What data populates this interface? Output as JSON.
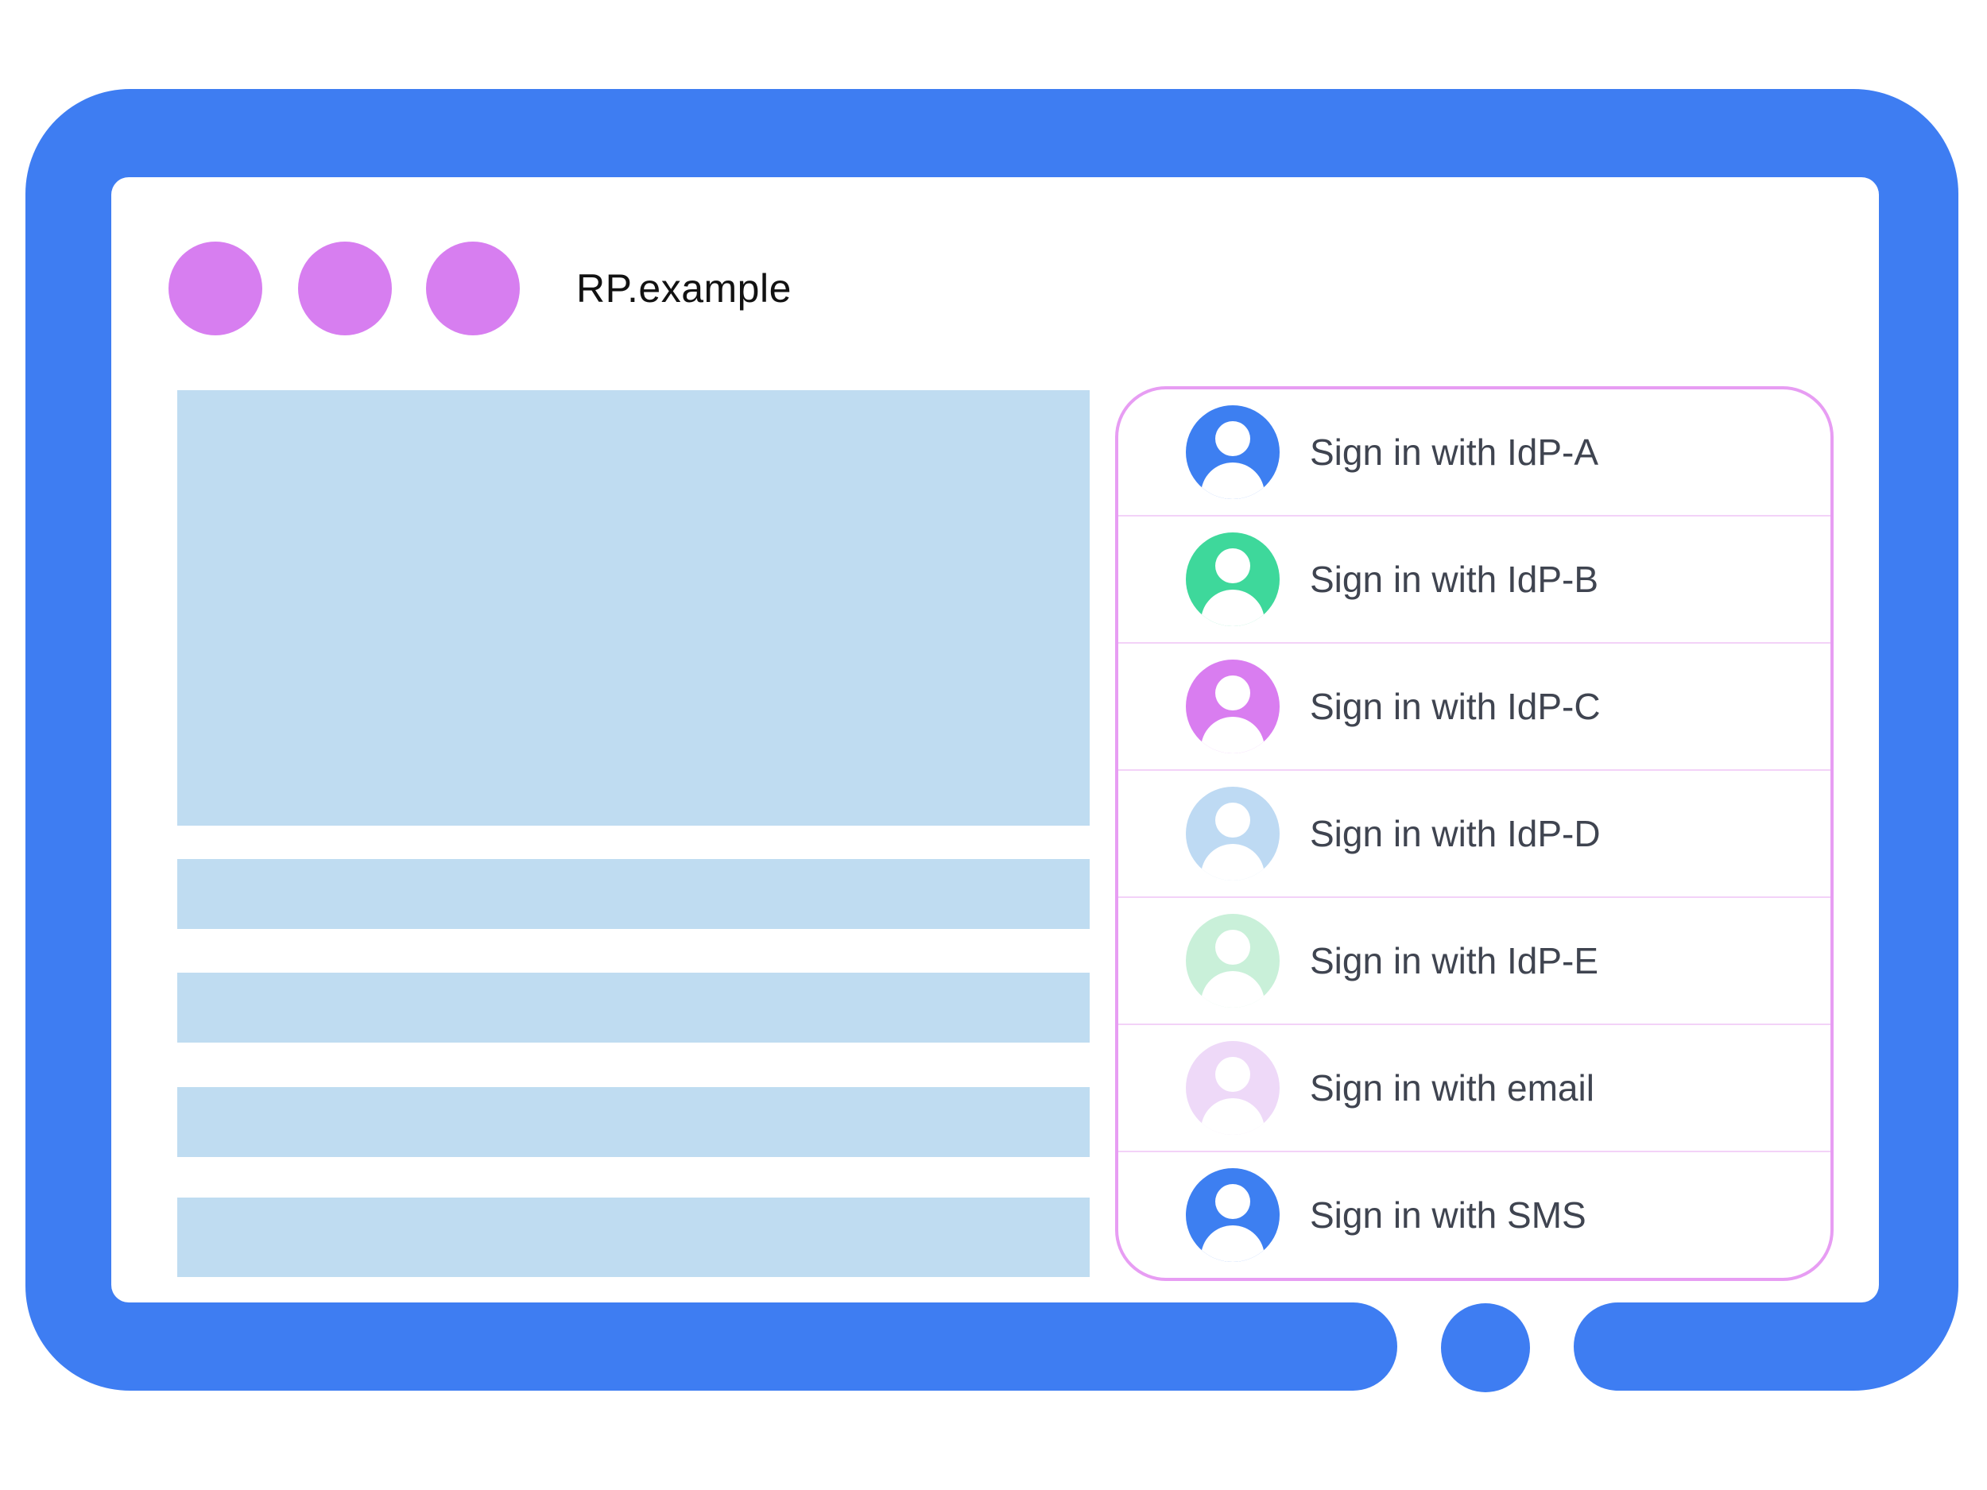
{
  "window": {
    "title": "RP.example"
  },
  "colors": {
    "frame_blue": "#3e7df2",
    "window_dot": "#d77ef0",
    "content_block": "#bfdcf1",
    "panel_border": "#e79df3",
    "panel_divider": "#f3d2f8",
    "label_text": "#3f4450"
  },
  "signin_panel": {
    "rows": [
      {
        "label": "Sign in with IdP-A",
        "icon": "person-icon",
        "avatar_color": "#3d7ff1"
      },
      {
        "label": "Sign in with IdP-B",
        "icon": "person-icon",
        "avatar_color": "#3ed89b"
      },
      {
        "label": "Sign in with IdP-C",
        "icon": "person-icon",
        "avatar_color": "#d97df0"
      },
      {
        "label": "Sign in with IdP-D",
        "icon": "person-icon",
        "avatar_color": "#bedaf3"
      },
      {
        "label": "Sign in with IdP-E",
        "icon": "person-icon",
        "avatar_color": "#c9f0d9"
      },
      {
        "label": "Sign in with email",
        "icon": "person-icon",
        "avatar_color": "#eed9f8"
      },
      {
        "label": "Sign in with SMS",
        "icon": "person-icon",
        "avatar_color": "#3d7ff1"
      }
    ]
  }
}
